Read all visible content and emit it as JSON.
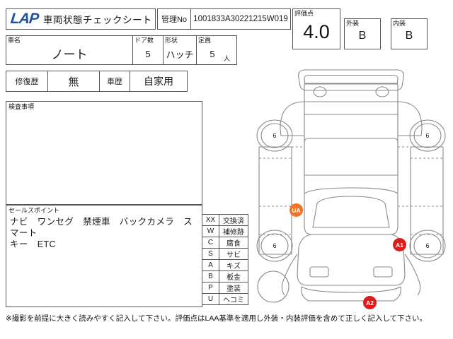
{
  "header": {
    "logo": "LAP",
    "title": "車両状態チェックシート",
    "kanri_label": "管理No",
    "kanri_value": "1001833A30221215W019",
    "score_label": "評価点",
    "score_value": "4.0",
    "exterior_label": "外装",
    "exterior_value": "B",
    "interior_label": "内装",
    "interior_value": "B"
  },
  "vehicle": {
    "name_label": "車名",
    "name_value": "ノート",
    "doors_label": "ドア数",
    "doors_value": "5",
    "shape_label": "形状",
    "shape_value": "ハッチ",
    "capacity_label": "定員",
    "capacity_value": "5",
    "capacity_unit": "人",
    "repair_label": "修復歴",
    "repair_value": "無",
    "history_label": "車歴",
    "history_value": "自家用"
  },
  "sections": {
    "inspection_label": "検査事項",
    "inspection_text": "",
    "sales_label": "セールスポイント",
    "sales_text": "ナビ　ワンセグ　禁煙車　バックカメラ　スマート\nキー　ETC"
  },
  "legend": {
    "rows": [
      {
        "code": "XX",
        "desc": "交換済"
      },
      {
        "code": "W",
        "desc": "補修跡"
      },
      {
        "code": "C",
        "desc": "腐食"
      },
      {
        "code": "S",
        "desc": "サビ"
      },
      {
        "code": "A",
        "desc": "キズ"
      },
      {
        "code": "B",
        "desc": "板金"
      },
      {
        "code": "P",
        "desc": "塗装"
      },
      {
        "code": "U",
        "desc": "ヘコミ"
      }
    ]
  },
  "diagram": {
    "tire_marks": [
      {
        "id": "rear-left",
        "value": "6"
      },
      {
        "id": "rear-right",
        "value": "6"
      },
      {
        "id": "front-left",
        "value": "6"
      },
      {
        "id": "front-right",
        "value": "6"
      }
    ],
    "damage_marks": [
      {
        "id": "left-rear-door",
        "code": "UA",
        "color": "#ef7427"
      },
      {
        "id": "right-front-fender",
        "code": "A1",
        "color": "#e01b1b"
      },
      {
        "id": "front-bumper",
        "code": "A2",
        "color": "#e01b1b"
      }
    ]
  },
  "footer": {
    "note": "※撮影を前提に大きく読みやすく記入して下さい。評価点はLAA基準を適用し外装・内装評価を含めて正しく記入して下さい。"
  },
  "colors": {
    "brand": "#1f4fa0",
    "border": "#555555",
    "damage_red": "#e01b1b",
    "damage_orange": "#ef7427",
    "diagram_line": "#8a8a8a"
  }
}
